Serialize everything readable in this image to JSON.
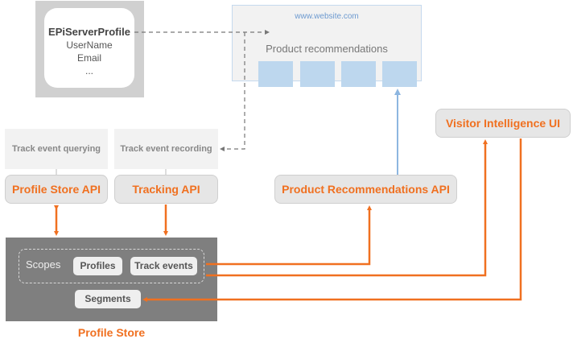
{
  "profile": {
    "title": "EPiServerProfile",
    "fields": [
      "UserName",
      "Email",
      "..."
    ]
  },
  "website": {
    "url": "www.website.com",
    "section_title": "Product recommendations",
    "tile_count": 4
  },
  "track_boxes": {
    "querying": "Track event querying",
    "recording": "Track event recording"
  },
  "apis": {
    "profile_store": "Profile Store API",
    "tracking": "Tracking API",
    "product_recommendations": "Product Recommendations API",
    "visitor_intelligence": "Visitor Intelligence UI"
  },
  "store": {
    "scopes_label": "Scopes",
    "profiles": "Profiles",
    "track_events": "Track events",
    "segments": "Segments",
    "name": "Profile Store"
  },
  "colors": {
    "accent": "#f07020",
    "connector_blue": "#8db6e0",
    "dashed_gray": "#777777"
  }
}
